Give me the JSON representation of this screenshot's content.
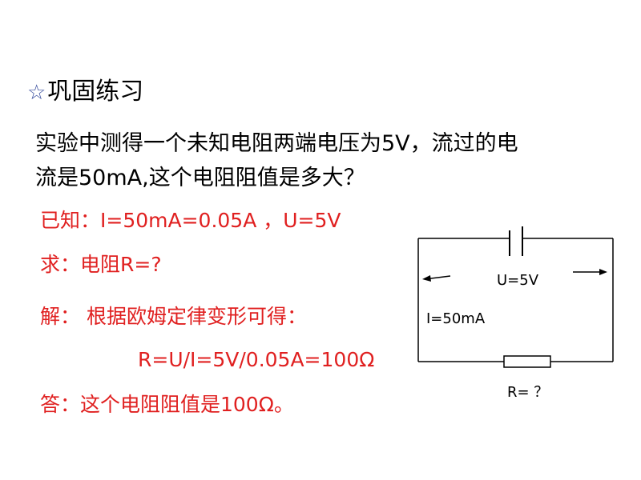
{
  "heading": {
    "star": "☆",
    "text": "巩固练习"
  },
  "question": {
    "line1": "实验中测得一个未知电阻两端电压为5V，流过的电",
    "line2": "流是50mA,这个电阻阻值是多大？"
  },
  "solution": {
    "known": "已知：I=50mA=0.05A ，U=5V",
    "find": "求：电阻R=?",
    "solve": "解：  根据欧姆定律变形可得：",
    "formula": "R=U/I=5V/0.05A=100Ω",
    "answer": "答：这个电阻阻值是100Ω。"
  },
  "circuit": {
    "voltage": "U=5V",
    "current": "I=50mA",
    "resistor": "R= ？"
  },
  "colors": {
    "answer_red": "#e02020",
    "star_blue": "#3a4f9e"
  }
}
